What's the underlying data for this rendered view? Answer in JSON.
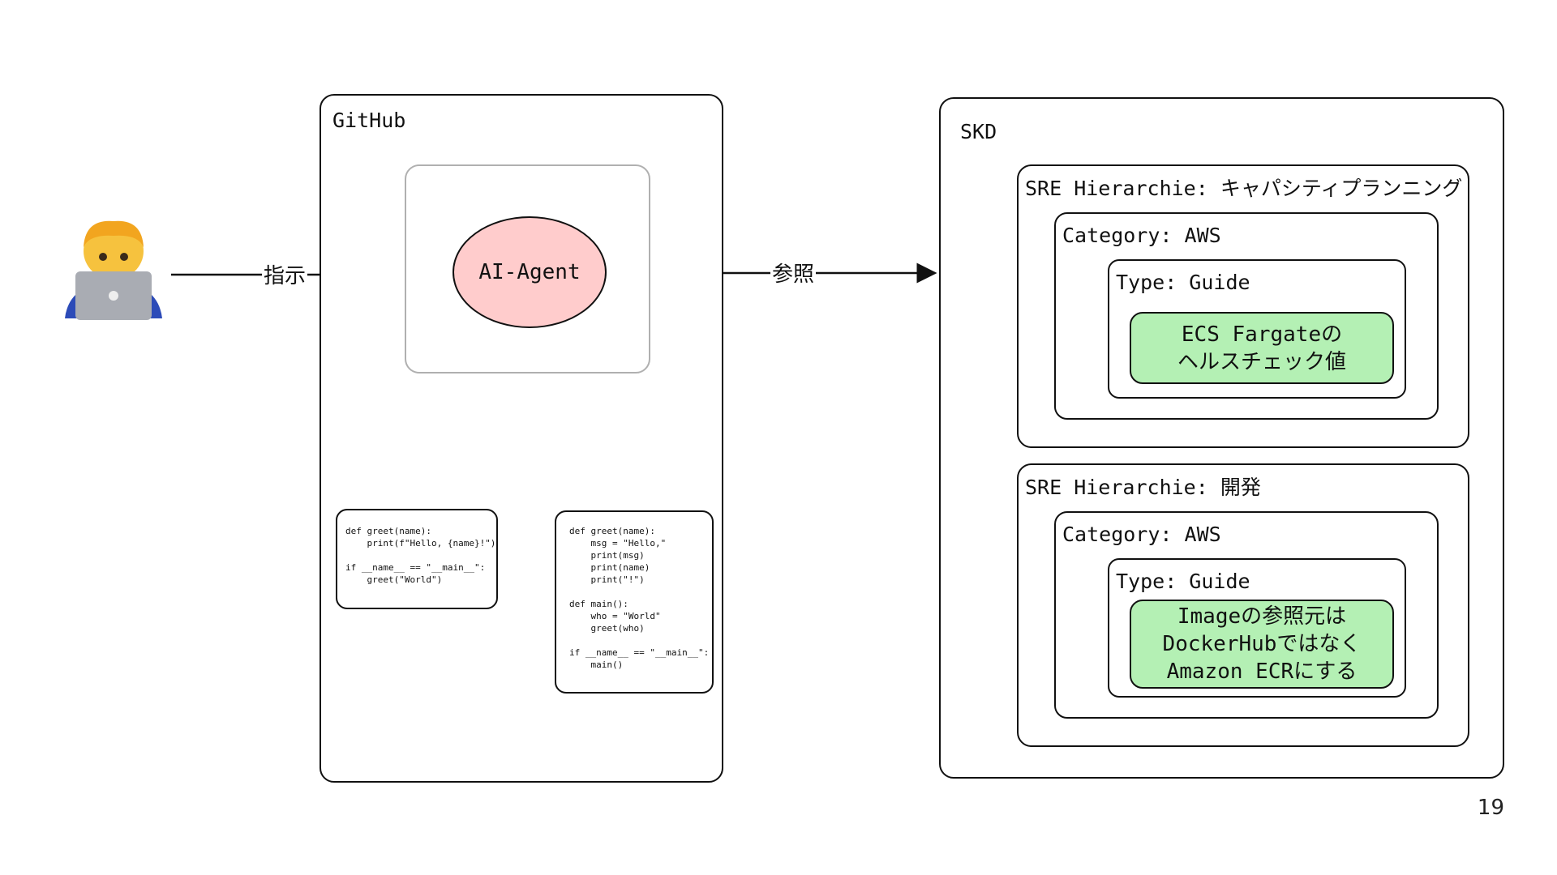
{
  "user": {
    "icon": "person-with-laptop-icon"
  },
  "edges": {
    "instruct": "指示",
    "reference": "参照"
  },
  "github": {
    "title": "GitHub",
    "agent": "AI-Agent",
    "code_before": "def greet(name):\n    print(f\"Hello, {name}!\")\n\nif __name__ == \"__main__\":\n    greet(\"World\")",
    "code_after": "def greet(name):\n    msg = \"Hello,\"\n    print(msg)\n    print(name)\n    print(\"!\")\n\ndef main():\n    who = \"World\"\n    greet(who)\n\nif __name__ == \"__main__\":\n    main()"
  },
  "skd": {
    "title": "SKD",
    "hierarchies": [
      {
        "label": "SRE Hierarchie: キャパシティプランニング",
        "category": "Category: AWS",
        "type": "Type: Guide",
        "item_lines": [
          "ECS Fargateの",
          "ヘルスチェック値"
        ]
      },
      {
        "label": "SRE Hierarchie: 開発",
        "category": "Category: AWS",
        "type": "Type: Guide",
        "item_lines": [
          "Imageの参照元は",
          "DockerHubではなく",
          "Amazon ECRにする"
        ]
      }
    ]
  },
  "colors": {
    "agent_fill": "#ffcccc",
    "leaf_fill": "#b4f0b4",
    "frame_gray": "#b0b0b0"
  },
  "page_number": "19"
}
